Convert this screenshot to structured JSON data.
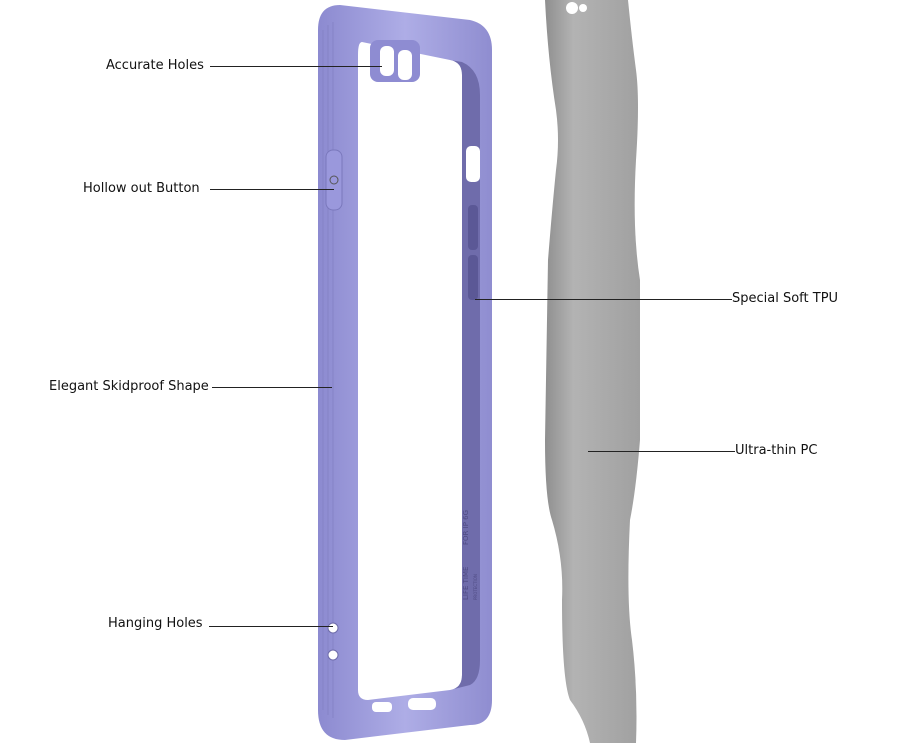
{
  "labels": {
    "accurate_holes": "Accurate Holes",
    "hollow_button": "Hollow out Button",
    "skidproof_shape": "Elegant Skidproof Shape",
    "hanging_holes": "Hanging Holes",
    "soft_tpu": "Special Soft TPU",
    "ultra_thin_pc": "Ultra-thin PC"
  },
  "frame_print": {
    "line1": "LIFE TIME",
    "line2": "FOR IP 6G",
    "line3": "PROTECTION"
  },
  "colors": {
    "frame": "#9f9edb",
    "frame_inner": "#6d6aa8",
    "plate": "#a8a8a8"
  }
}
